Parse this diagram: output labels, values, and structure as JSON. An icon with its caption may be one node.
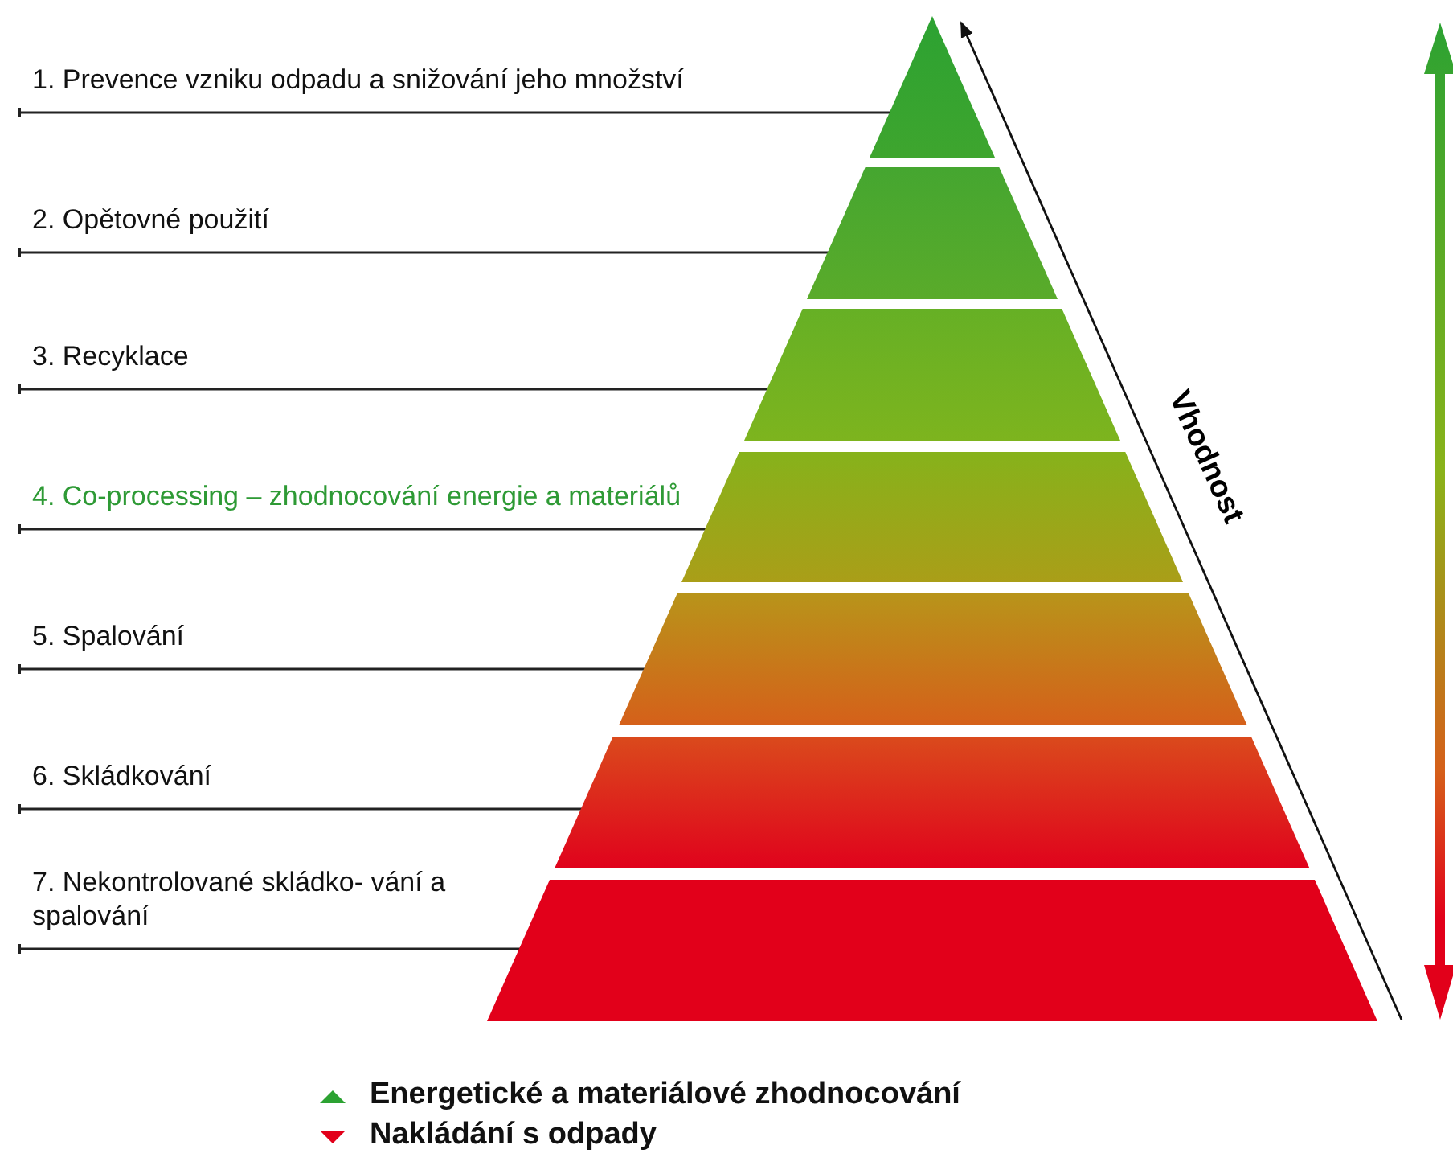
{
  "diagram": {
    "nodes": [
      {
        "text": [
          "1. Prevence vzniku odpadu a snižování jeho množství"
        ]
      },
      {
        "text": [
          "2. Opětovné použití"
        ]
      },
      {
        "text": [
          "3. Recyklace"
        ]
      },
      {
        "text": [
          "4. Co-processing – zhodnocování energie a materiálů"
        ]
      },
      {
        "text": [
          "5. Spalování"
        ]
      },
      {
        "text": [
          "6. Skládkování"
        ]
      },
      {
        "text": [
          "7. Nekontrolované skládko- vání a spalování"
        ]
      },
      {
        "text": [],
        "shape": "triangle"
      },
      {
        "text": [],
        "shape": "trapezoid"
      },
      {
        "text": [],
        "shape": "trapezoid"
      },
      {
        "text": [],
        "shape": "trapezoid"
      },
      {
        "text": [],
        "shape": "trapezoid"
      },
      {
        "text": [],
        "shape": "trapezoid"
      },
      {
        "text": [],
        "shape": "trapezoid"
      }
    ],
    "edges": [
      {
        "from": 0,
        "to": 7,
        "arrow": "other"
      },
      {
        "from": 1,
        "to": 8,
        "arrow": "other"
      },
      {
        "from": 2,
        "to": 9,
        "arrow": "other"
      },
      {
        "from": 3,
        "to": 10,
        "arrow": "other"
      },
      {
        "from": 4,
        "to": 11,
        "arrow": "other"
      },
      {
        "from": 5,
        "to": 12,
        "arrow": "other"
      },
      {
        "from": 6,
        "to": 13,
        "arrow": "other"
      }
    ],
    "labels": [
      "Vhodnost"
    ],
    "legend": [
      {
        "text": "Energetické a materiálové zhodnocování"
      },
      {
        "text": "Nakládání s odpady"
      }
    ]
  }
}
